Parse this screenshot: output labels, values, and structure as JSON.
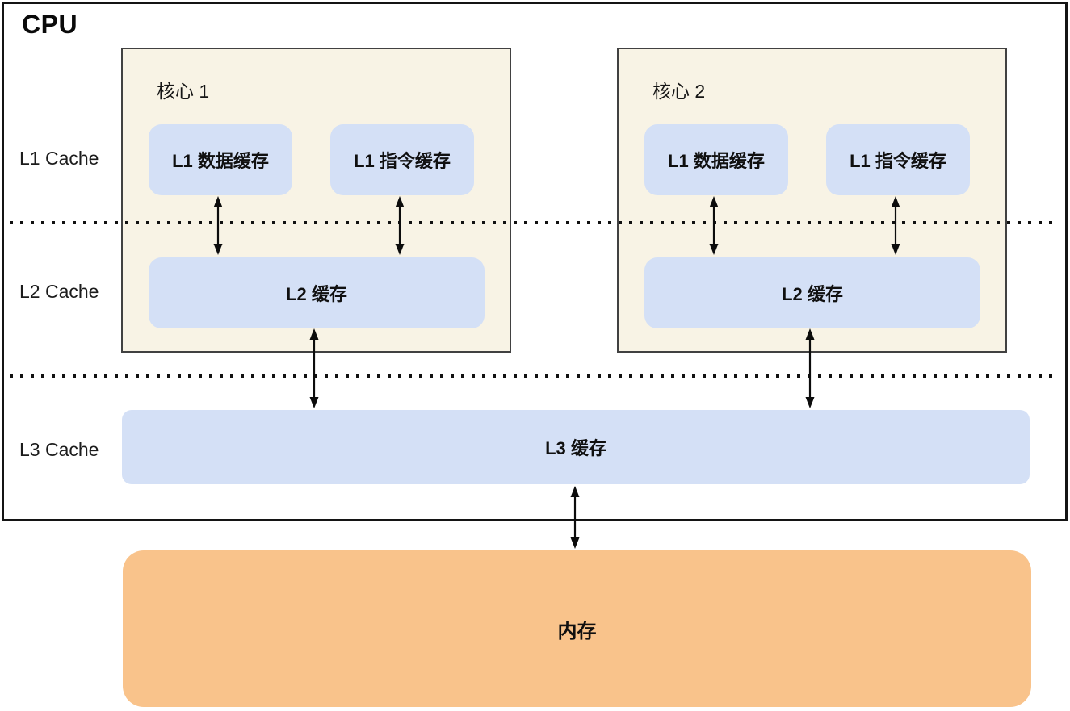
{
  "colors": {
    "cache_blue": "#d4e0f6",
    "core_bg": "#f8f3e5",
    "memory_orange": "#f9c38b",
    "line_dark": "#111111"
  },
  "cpu": {
    "title": "CPU",
    "cores": [
      {
        "label": "核心 1",
        "l1_data_label": "L1 数据缓存",
        "l1_inst_label": "L1 指令缓存",
        "l2_label": "L2 缓存"
      },
      {
        "label": "核心 2",
        "l1_data_label": "L1 数据缓存",
        "l1_inst_label": "L1 指令缓存",
        "l2_label": "L2 缓存"
      }
    ],
    "l3_label": "L3 缓存"
  },
  "side_labels": {
    "l1": "L1 Cache",
    "l2": "L2 Cache",
    "l3": "L3 Cache"
  },
  "memory": {
    "label": "内存"
  }
}
